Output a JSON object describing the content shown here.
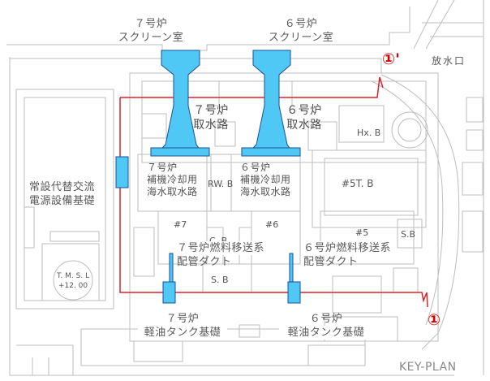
{
  "labels": {
    "screen_room_7": [
      "７号炉",
      "スクリーン室"
    ],
    "screen_room_6": [
      "６号炉",
      "スクリーン室"
    ],
    "intake_7": [
      "７号炉",
      "取水路"
    ],
    "intake_6": [
      "６号炉",
      "取水路"
    ],
    "aux_intake_7": [
      "７号炉",
      "補機冷却用",
      "海水取水路"
    ],
    "aux_intake_6": [
      "６号炉",
      "補機冷却用",
      "海水取水路"
    ],
    "power_foundation": [
      "常設代替交流",
      "電源設備基礎"
    ],
    "fuel_duct_7": [
      "７号炉燃料移送系",
      "配管ダクト"
    ],
    "fuel_duct_6": [
      "６号炉燃料移送系",
      "配管ダクト"
    ],
    "oil_tank_7": [
      "７号炉",
      "軽油タンク基礎"
    ],
    "oil_tank_6": [
      "６号炉",
      "軽油タンク基礎"
    ]
  },
  "map_text": {
    "outlet": "放水口",
    "rw_b": "RW. B",
    "t5_b": "#5T. B",
    "hx_b": "Hx. B",
    "r7": "#7",
    "r6": "#6",
    "r5": "#5",
    "c_b": "C. B",
    "s_b": "S. B",
    "s_b_right": "S.B",
    "tmsl": [
      "T. M. S. L",
      "+12. 00"
    ]
  },
  "markers": {
    "section_1": "①",
    "section_1_prime": "①'"
  },
  "key_plan": "KEY-PLAN",
  "colors": {
    "structure_fill": "#4fc8f5",
    "structure_stroke": "#1a4f9a",
    "section_line": "#e0202a",
    "map_line": "#bdbdbd",
    "text": "#5a5a5a"
  }
}
